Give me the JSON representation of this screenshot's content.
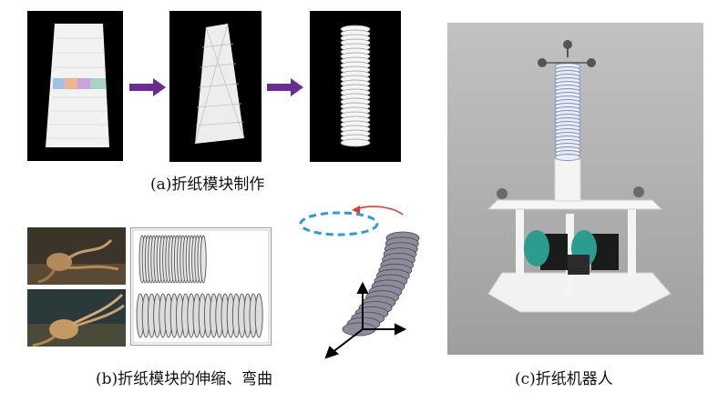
{
  "figure": {
    "caption_a": "(a)折纸模块制作",
    "caption_b": "(b)折纸模块的伸缩、弯曲",
    "caption_c": "(c)折纸机器人"
  },
  "colors": {
    "arrow": "#6a2c91",
    "photo_bg": "#000000",
    "paper": "#f4f4f4",
    "dashed_ellipse": "#2b9be3",
    "bend_arrow": "#e53935",
    "turntable": "#2a9d8f",
    "robot_bg": "#b3b3b3"
  }
}
